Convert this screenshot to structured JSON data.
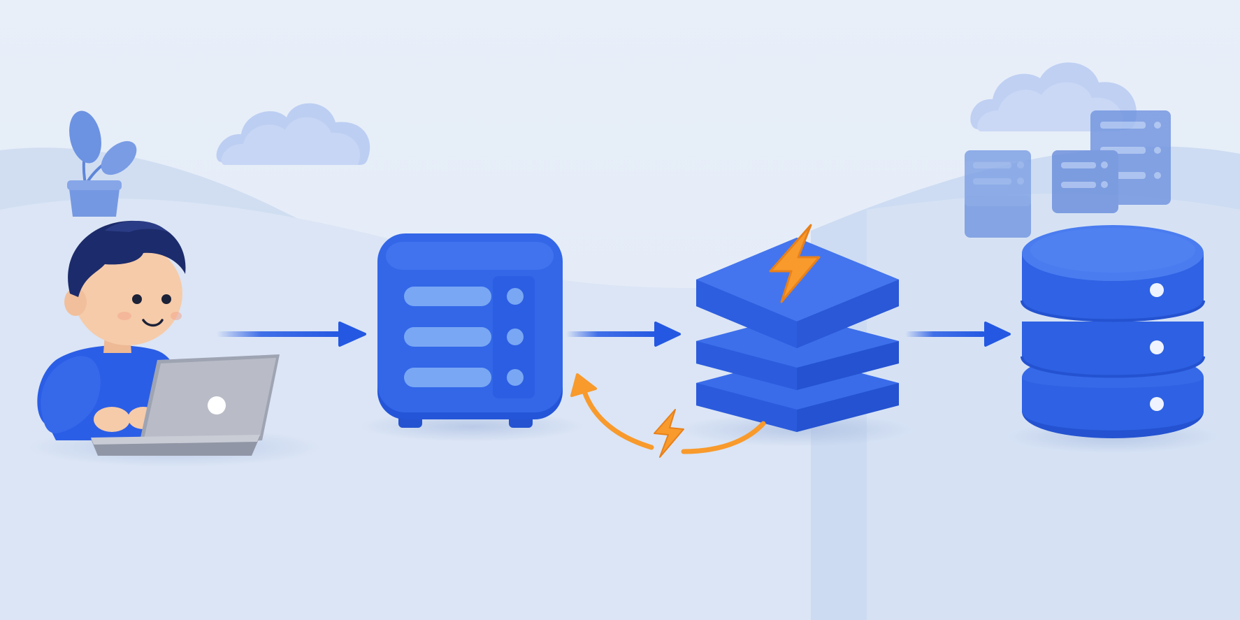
{
  "diagram": {
    "kind": "request-flow illustration",
    "nodes": [
      {
        "id": "user",
        "icon": "person-with-laptop-icon"
      },
      {
        "id": "server",
        "icon": "server-icon"
      },
      {
        "id": "cache",
        "icon": "cache-layers-icon",
        "badge": "lightning-bolt-icon"
      },
      {
        "id": "database",
        "icon": "database-icon"
      }
    ],
    "edges": [
      {
        "from": "user",
        "to": "server",
        "style": "blue-arrow"
      },
      {
        "from": "server",
        "to": "cache",
        "style": "blue-arrow"
      },
      {
        "from": "cache",
        "to": "database",
        "style": "blue-arrow"
      },
      {
        "from": "cache",
        "to": "server",
        "style": "orange-curved-arrow",
        "badge": "lightning-bolt-icon"
      }
    ],
    "background": [
      "cloud-icon",
      "cloud-icon",
      "potted-plant-icon",
      "server-rack-icon",
      "rolling-hills"
    ]
  },
  "colors": {
    "background": "#e4ecf7",
    "primary_blue": "#2f62e6",
    "light_blue": "#79a7f4",
    "accent_orange": "#f89a2c",
    "laptop_gray": "#b9bcc7",
    "skin": "#f6cba9",
    "hair": "#1c2b6b"
  }
}
